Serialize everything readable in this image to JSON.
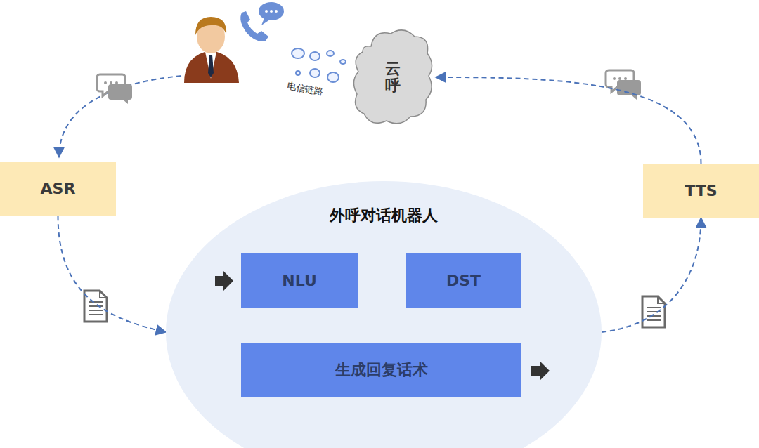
{
  "diagram": {
    "nodes": [
      {
        "text": [
          "云呼"
        ]
      },
      {
        "text": [
          "ASR"
        ]
      },
      {
        "text": [
          "TTS"
        ]
      },
      {
        "text": [
          "外呼对话机器人"
        ]
      },
      {
        "text": [
          "NLU"
        ],
        "in": 3
      },
      {
        "text": [
          "DST"
        ],
        "in": 3
      },
      {
        "text": [
          "生成回复话术"
        ],
        "in": 3
      }
    ],
    "edges": [
      {
        "from": 1,
        "to": 3,
        "arrow": "to"
      },
      {
        "from": 3,
        "to": 2,
        "arrow": "to"
      },
      {
        "from": 2,
        "to": 0,
        "arrow": "to"
      },
      {
        "from": 4,
        "to": 5,
        "arrow": "both"
      },
      {
        "from": 4,
        "to": 6,
        "arrow": "to"
      }
    ],
    "labels": [
      "电信链路"
    ]
  }
}
